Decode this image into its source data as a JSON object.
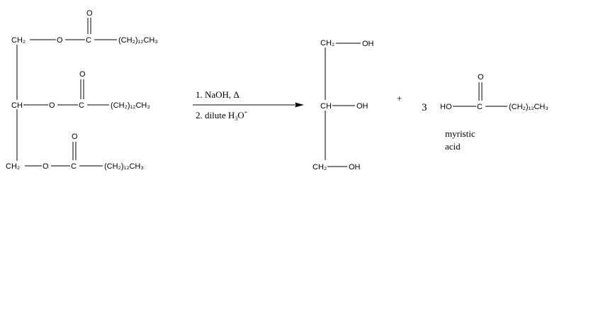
{
  "triglyceride": {
    "ch2_top": "CH₂",
    "ch_mid": "CH",
    "ch2_bottom": "CH₂",
    "ester_o_1": "O",
    "ester_o_2": "O",
    "ester_o_3": "O",
    "carbonyl_c_1": "C",
    "carbonyl_c_2": "C",
    "carbonyl_c_3": "C",
    "carbonyl_o_1": "O",
    "carbonyl_o_2": "O",
    "carbonyl_o_3": "O",
    "chain_1": "(CH₂)₁₂CH₃",
    "chain_2": "(CH₂)₁₂CH₃",
    "chain_3": "(CH₂)₁₂CH₃"
  },
  "conditions": {
    "step_1": "1. NaOH, Δ",
    "step_2_prefix": "2. dilute H",
    "step_2_sub": "3",
    "step_2_mid": "O",
    "step_2_sup": "+"
  },
  "glycerol": {
    "ch2_top": "CH₂",
    "ch_mid": "CH",
    "ch2_bottom": "CH₂",
    "oh_1": "OH",
    "oh_2": "OH",
    "oh_3": "OH"
  },
  "products": {
    "plus_sign": "+",
    "coefficient": "3"
  },
  "myristic_acid": {
    "ho": "HO",
    "carbonyl_c": "C",
    "carbonyl_o": "O",
    "chain": "(CH₂)₁₂CH₃",
    "name_line_1": "myristic",
    "name_line_2": "acid"
  }
}
